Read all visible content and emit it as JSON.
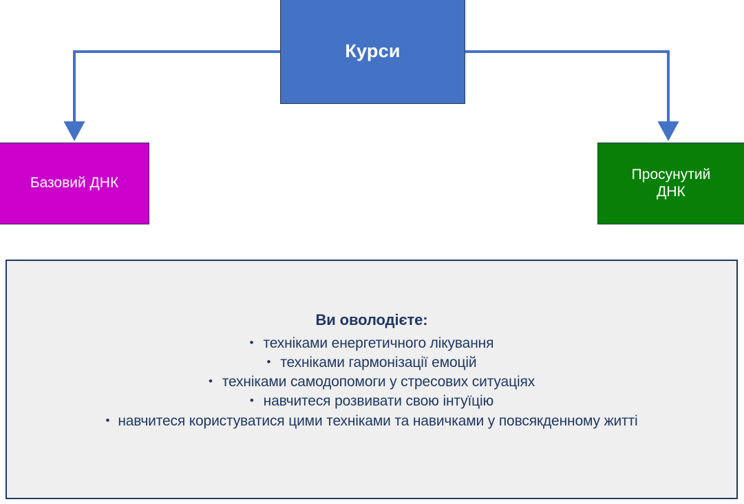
{
  "diagram": {
    "type": "flowchart",
    "title_node": {
      "label": "Курси",
      "color": "#4472C4",
      "text_color": "#FFFFFF"
    },
    "children": [
      {
        "id": "basic",
        "label": "Базовий ДНК",
        "color": "#CC00CC",
        "text_color": "#FFFFFF"
      },
      {
        "id": "advanced",
        "label": "Просунутий\nДНК",
        "color": "#088008",
        "text_color": "#FFFFFF"
      }
    ],
    "connector_color": "#4472C4"
  },
  "info_panel": {
    "heading": "Ви оволодієте:",
    "background": "#EFEFEF",
    "border_color": "#1F3864",
    "text_color": "#1F3864",
    "bullet_glyph": "•",
    "bullets": [
      "технiками енергетичного лікування",
      "технiками гармонізації емоцій",
      "технiками самодопомоги у стресових ситуаціях",
      "навчитеся розвивати свою інтуїцію",
      "навчитеся користуватися цими технiками та навичками у повсякденному житті"
    ]
  }
}
